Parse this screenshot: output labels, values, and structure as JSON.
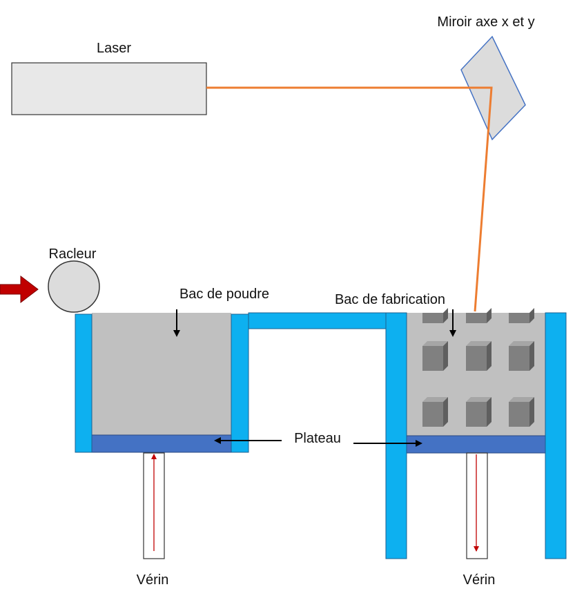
{
  "labels": {
    "laser": "Laser",
    "mirror": "Miroir axe x et y",
    "recoater": "Racleur",
    "powder_bin": "Bac de poudre",
    "build_bin": "Bac de fabrication",
    "platform": "Plateau",
    "piston_left": "Vérin",
    "piston_right": "Vérin"
  },
  "colors": {
    "wall": "#0db0f0",
    "wall_stroke": "#1d5f8f",
    "platform": "#4472c4",
    "powder": "#c0c0c0",
    "laser_beam": "#ed7d31",
    "laser_body": "#e8e8e8",
    "mirror_fill": "#dcdcdc",
    "mirror_stroke": "#4472c4",
    "push_arrow": "#c00000",
    "piston_arrow": "#c00000",
    "cube_front": "#808080",
    "cube_top": "#a6a6a6",
    "cube_side": "#5f5f5f"
  }
}
